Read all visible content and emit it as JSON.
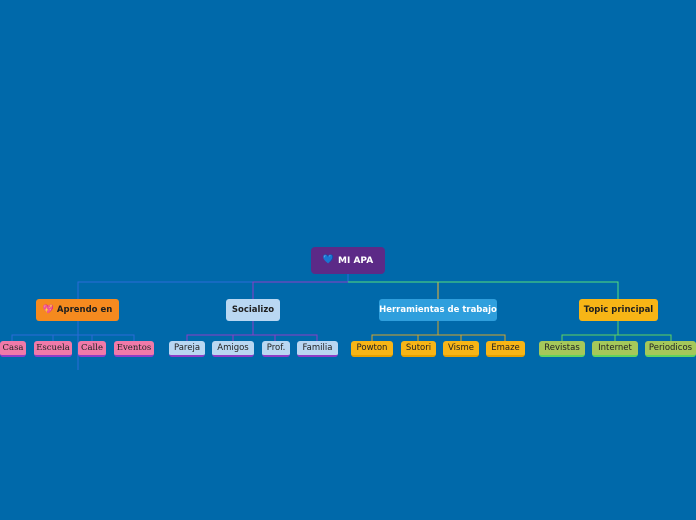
{
  "root": {
    "icon": "💙",
    "label": "MI APA"
  },
  "branches": [
    {
      "label": "Aprendo en",
      "icon": "💖",
      "leaves": [
        "Casa",
        "Escuela",
        "Calle",
        "Eventos"
      ]
    },
    {
      "label": "Socializo",
      "leaves": [
        "Pareja",
        "Amigos",
        "Prof.",
        "Familia"
      ]
    },
    {
      "label": "Herramientas de trabajo",
      "leaves": [
        "Powton",
        "Sutori",
        "Visme",
        "Emaze"
      ]
    },
    {
      "label": "Topic principal",
      "leaves": [
        "Revistas",
        "Internet",
        "Periodicos"
      ]
    }
  ],
  "colors": {
    "background": "#0069aa",
    "root": "#5c2a87",
    "aprendo": "#f58a1f",
    "socializo": "#b9d7f2",
    "herramientas": "#2f9fdd",
    "topic": "#f7b516"
  }
}
